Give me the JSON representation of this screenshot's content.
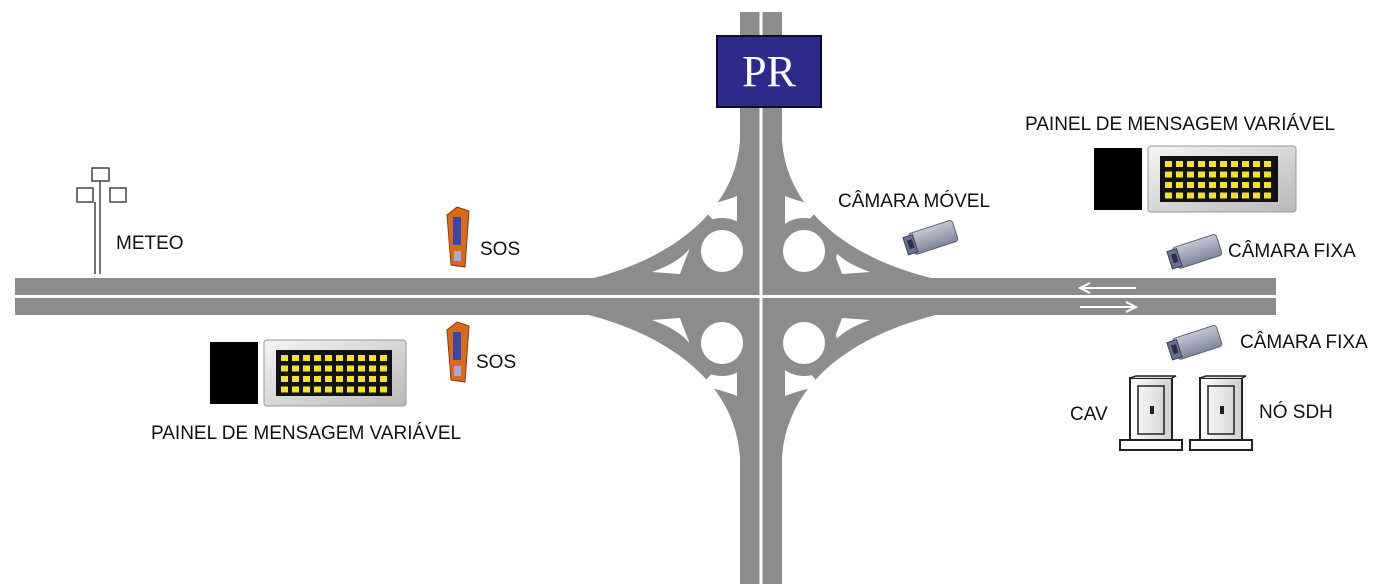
{
  "junction": {
    "label": "PR",
    "box_color": "#2e2a8c",
    "text_color": "#ffffff"
  },
  "road": {
    "asphalt_color": "#8c8c8c",
    "lane_line_color": "#ffffff"
  },
  "labels": {
    "meteo": "METEO",
    "sos_top": "SOS",
    "sos_bottom": "SOS",
    "vms_left": "PAINEL DE MENSAGEM VARIÁVEL",
    "vms_right": "PAINEL DE MENSAGEM VARIÁVEL",
    "camera_mobile": "CÂMARA MÓVEL",
    "camera_fixed_top": "CÂMARA FIXA",
    "camera_fixed_bottom": "CÂMARA FIXA",
    "cav": "CAV",
    "sdh_node": "NÓ SDH"
  },
  "icons": {
    "weather_station": "weather-station-icon",
    "sos_phone": "sos-phone-icon",
    "message_panel": "variable-message-sign-icon",
    "camera": "camera-icon",
    "cabinet": "equipment-cabinet-icon",
    "traffic_arrows": "traffic-direction-arrows-icon"
  },
  "colors": {
    "sign_led": "#f2e22c",
    "sign_body": "#d9d9d9",
    "sign_block": "#000000",
    "camera_body": "#9a9fb4",
    "sos_body": "#d86a1a",
    "sos_panel": "#3b46a8"
  }
}
